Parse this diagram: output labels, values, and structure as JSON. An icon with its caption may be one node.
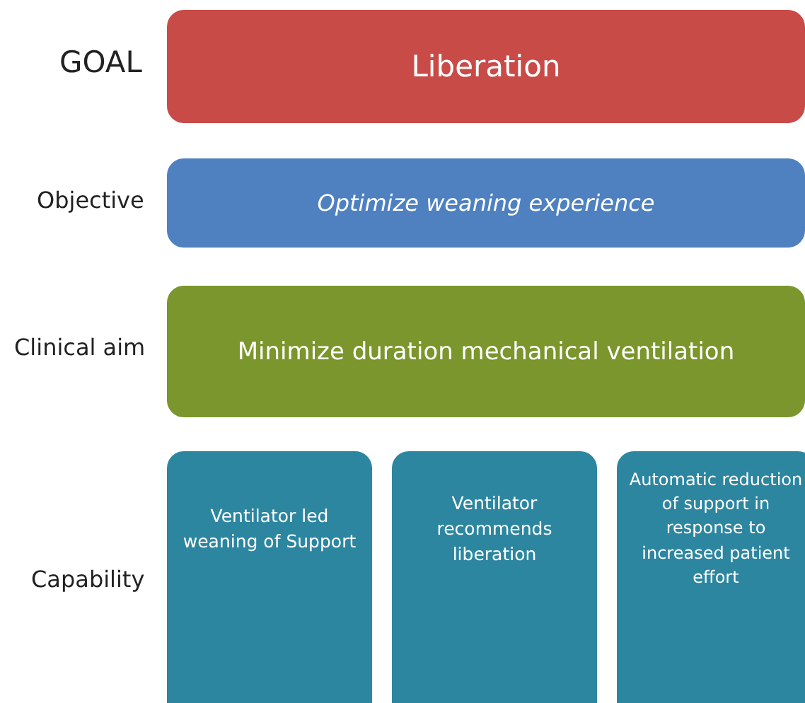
{
  "diagram": {
    "nodes": [
      {
        "text": [
          "Liberation"
        ]
      },
      {
        "text": [
          "Optimize weaning experience"
        ]
      },
      {
        "text": [
          "Minimize duration mechanical ventilation"
        ]
      },
      {
        "text": [
          "Ventilator led weaning of Support"
        ]
      },
      {
        "text": [
          "Ventilator recommends liberation"
        ]
      },
      {
        "text": [
          "Automatic reduction of support in response to increased patient effort"
        ]
      }
    ],
    "labels": [
      "GOAL",
      "Objective",
      "Clinical aim",
      "Capability"
    ]
  }
}
